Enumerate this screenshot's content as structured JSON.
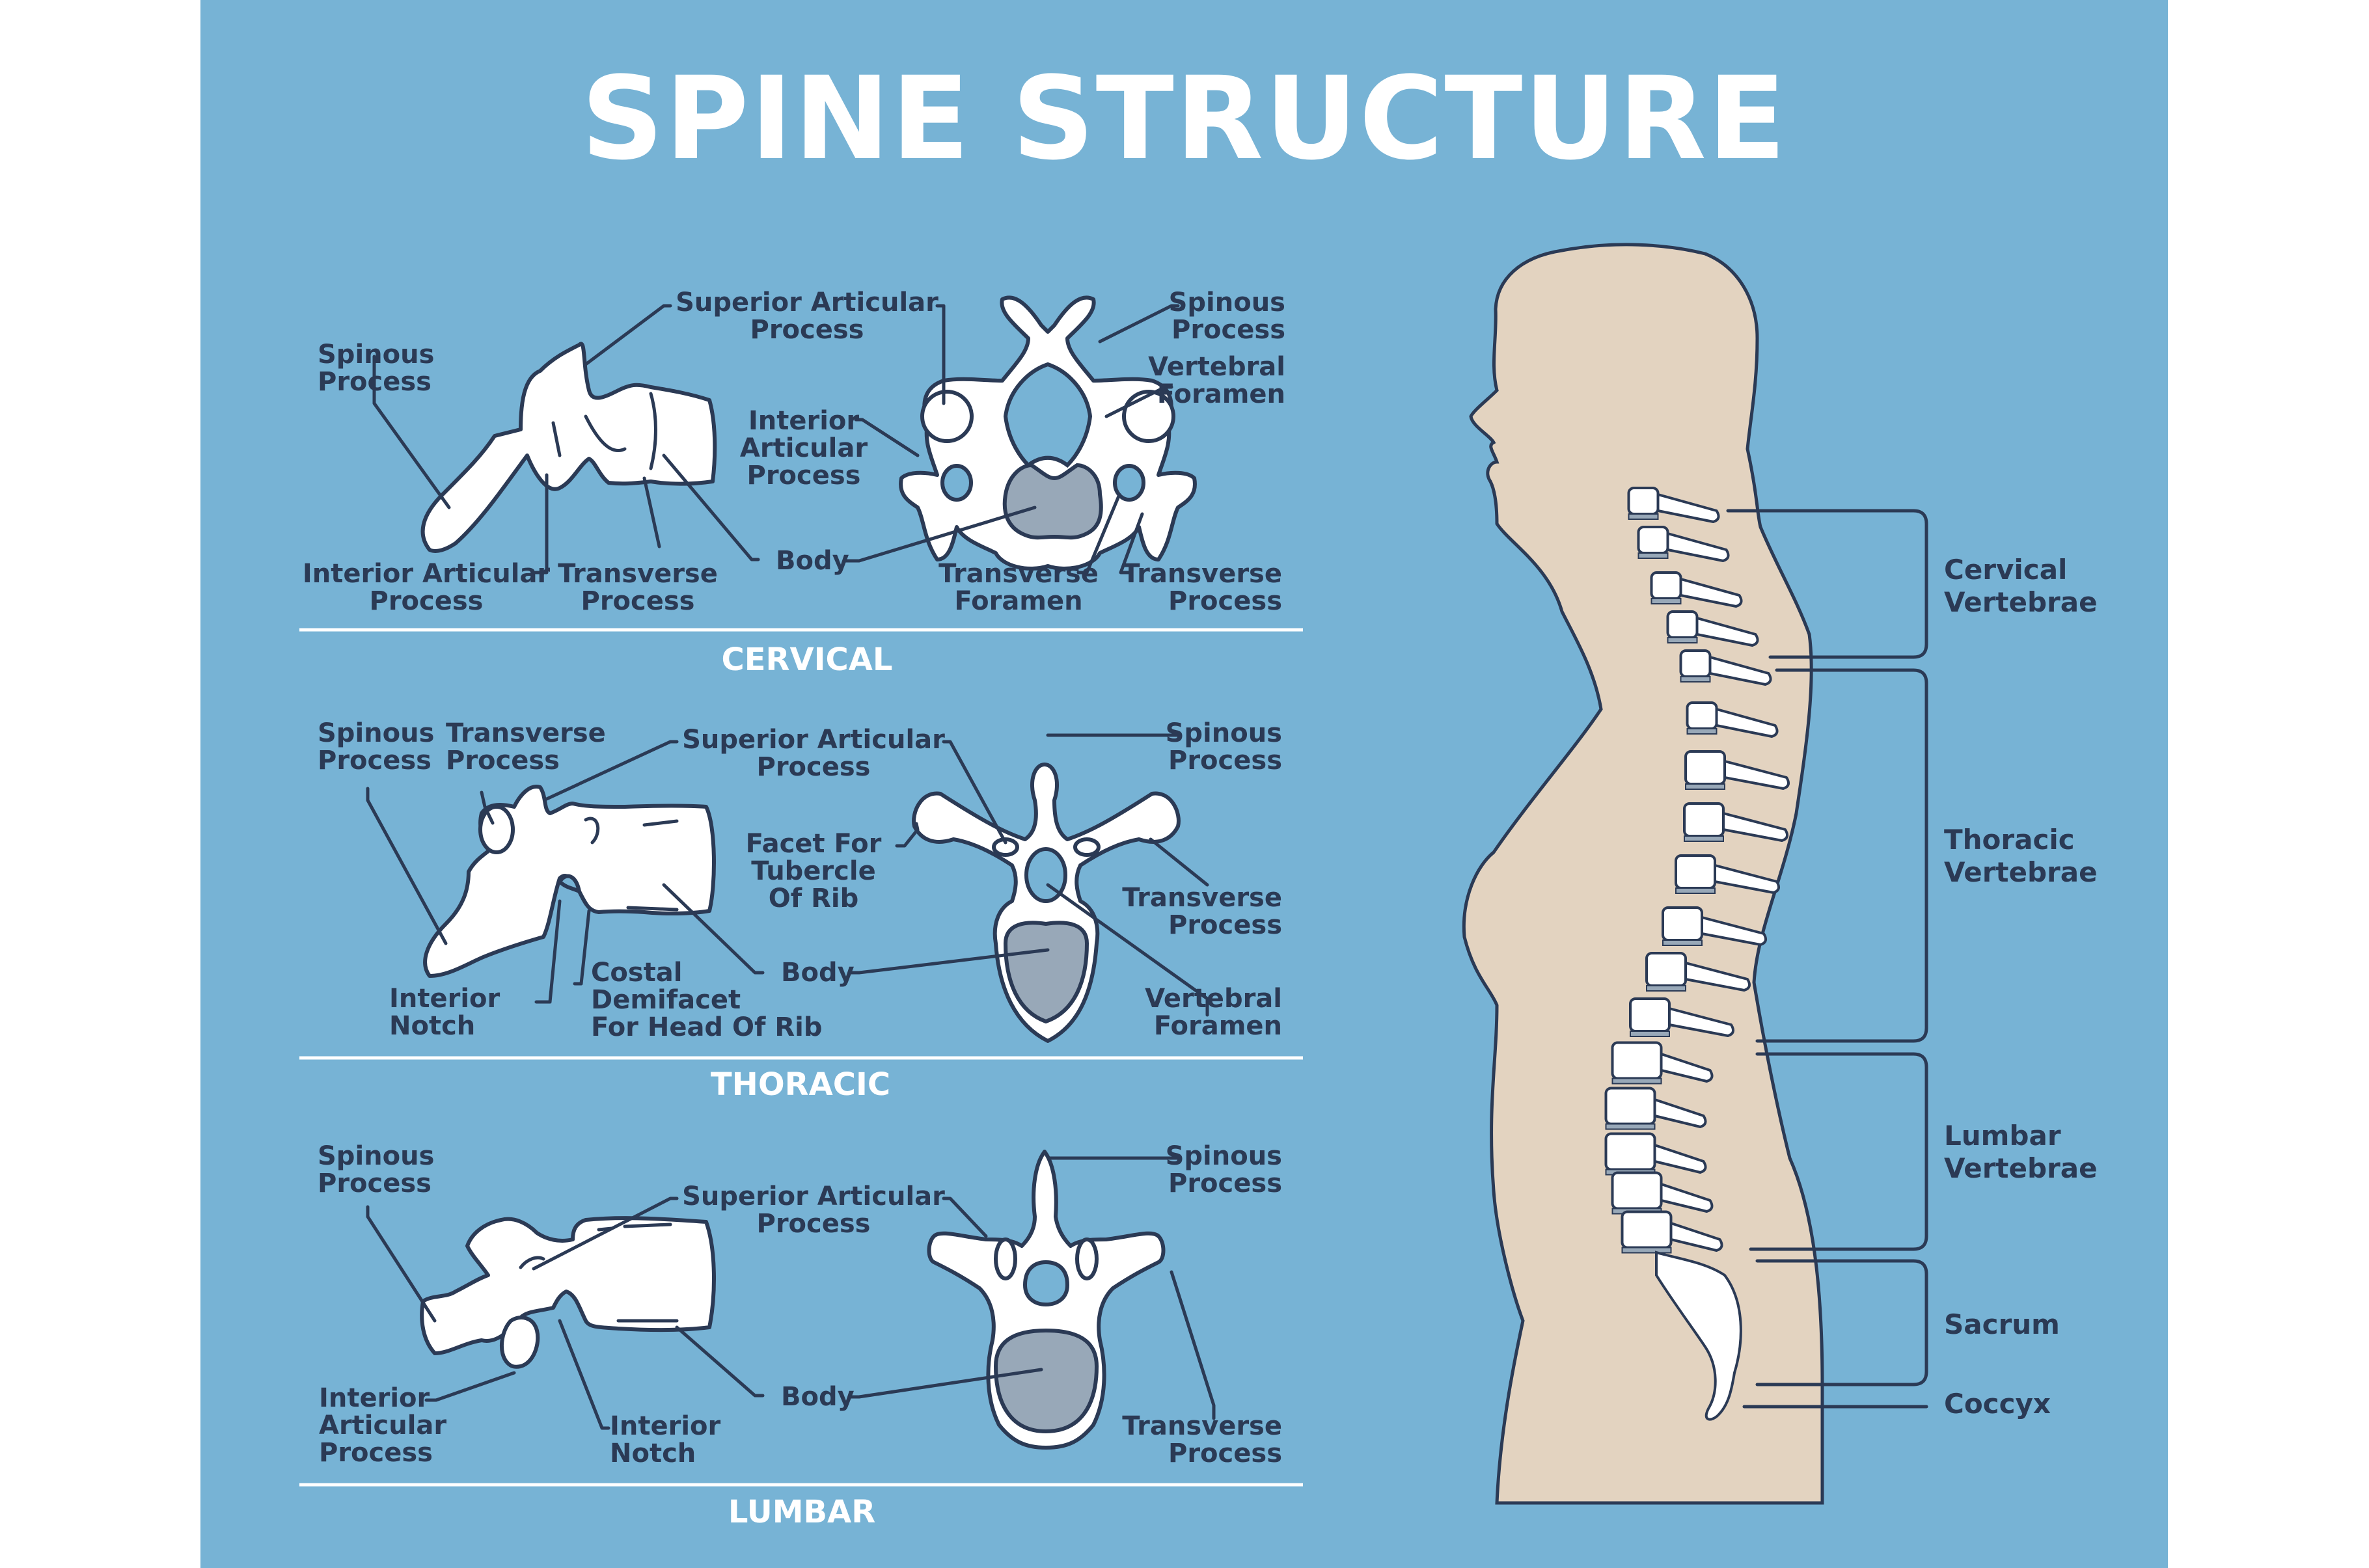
{
  "title": "SPINE STRUCTURE",
  "colors": {
    "background": "#77b3d5",
    "text": "#2b3a55",
    "bone": "#ffffff",
    "vertebral_body": "#98a8b8",
    "skin": "#e3d3c0"
  },
  "sections": {
    "cervical": {
      "title": "CERVICAL",
      "labels": {
        "spinous_process_side": [
          "Spinous",
          "Process"
        ],
        "superior_articular_process": [
          "Superior Articular",
          "Process"
        ],
        "interior_articular_process_side": [
          "Interior Articular",
          "Process"
        ],
        "transverse_process_side": [
          "Transverse",
          "Process"
        ],
        "body": [
          "Body"
        ],
        "spinous_process_top": [
          "Spinous",
          "Process"
        ],
        "vertebral_foramen": [
          "Vertebral",
          "Foramen"
        ],
        "interior_articular_process_top": [
          "Interior",
          "Articular",
          "Process"
        ],
        "transverse_foramen": [
          "Transverse",
          "Foramen"
        ],
        "transverse_process_top": [
          "Transverse",
          "Process"
        ]
      }
    },
    "thoracic": {
      "title": "THORACIC",
      "labels": {
        "spinous_process_side": [
          "Spinous",
          "Process"
        ],
        "transverse_process_side": [
          "Transverse",
          "Process"
        ],
        "superior_articular_process": [
          "Superior Articular",
          "Process"
        ],
        "interior_notch": [
          "Interior",
          "Notch"
        ],
        "costal_demifacet": [
          "Costal",
          "Demifacet",
          "For Head Of Rib"
        ],
        "body": [
          "Body"
        ],
        "spinous_process_top": [
          "Spinous",
          "Process"
        ],
        "facet_for_tubercle": [
          "Facet For",
          "Tubercle",
          "Of Rib"
        ],
        "transverse_process_top": [
          "Transverse",
          "Process"
        ],
        "vertebral_foramen": [
          "Vertebral",
          "Foramen"
        ]
      }
    },
    "lumbar": {
      "title": "LUMBAR",
      "labels": {
        "spinous_process_side": [
          "Spinous",
          "Process"
        ],
        "superior_articular_process": [
          "Superior Articular",
          "Process"
        ],
        "interior_articular_process": [
          "Interior",
          "Articular",
          "Process"
        ],
        "interior_notch": [
          "Interior",
          "Notch"
        ],
        "body": [
          "Body"
        ],
        "spinous_process_top": [
          "Spinous",
          "Process"
        ],
        "transverse_process_top": [
          "Transverse",
          "Process"
        ]
      }
    }
  },
  "spine_regions": [
    {
      "name": "cervical",
      "label": [
        "Cervical",
        "Vertebrae"
      ]
    },
    {
      "name": "thoracic",
      "label": [
        "Thoracic",
        "Vertebrae"
      ]
    },
    {
      "name": "lumbar",
      "label": [
        "Lumbar",
        "Vertebrae"
      ]
    },
    {
      "name": "sacrum",
      "label": [
        "Sacrum"
      ]
    },
    {
      "name": "coccyx",
      "label": [
        "Coccyx"
      ]
    }
  ]
}
